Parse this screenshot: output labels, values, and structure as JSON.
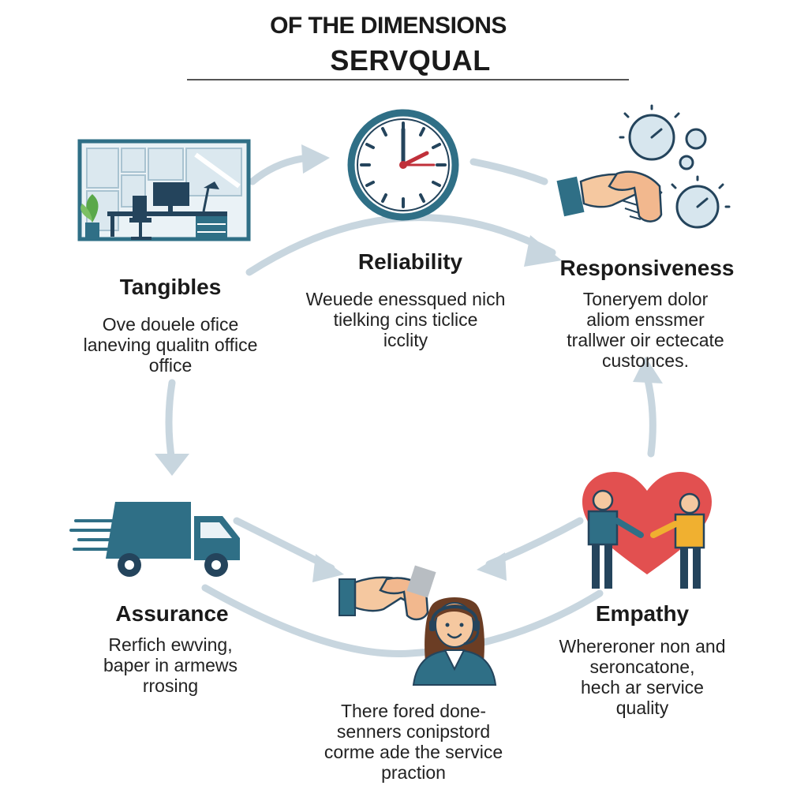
{
  "title": {
    "line1": "OF THE DIMENSIONS",
    "line2": "SERVQUAL"
  },
  "colors": {
    "teal": "#2f6f86",
    "navy": "#24445c",
    "arrow": "#c8d6df",
    "heart": "#e25050",
    "skin": "#f5c8a0"
  },
  "nodes": {
    "tangibles": {
      "icon": "office-desk-icon",
      "label": "Tangibles",
      "description": "Ove douele ofice\nlaneving qualitn office\noffice"
    },
    "reliability": {
      "icon": "clock-icon",
      "label": "Reliability",
      "description": "Weuede enessqued nich\ntielking cins ticlice\nicclity"
    },
    "responsiveness": {
      "icon": "handshake-gauges-icon",
      "label": "Responsiveness",
      "description": "Toneryem dolor\naliom enssmer\ntrallwer oir ectecate\ncustonces."
    },
    "assurance": {
      "icon": "delivery-truck-icon",
      "label": "Assurance",
      "description": "Rerfich ewving,\nbaper in armews\nrrosing"
    },
    "empathy": {
      "icon": "heart-people-icon",
      "label": "Empathy",
      "description": "Whereroner non and\nseroncatone,\nhech ar service\nquality"
    },
    "center": {
      "icon": "handshake-agent-icon",
      "description": "There fored done-\nsenners conipstord\ncorme ade the service\npraction"
    }
  }
}
